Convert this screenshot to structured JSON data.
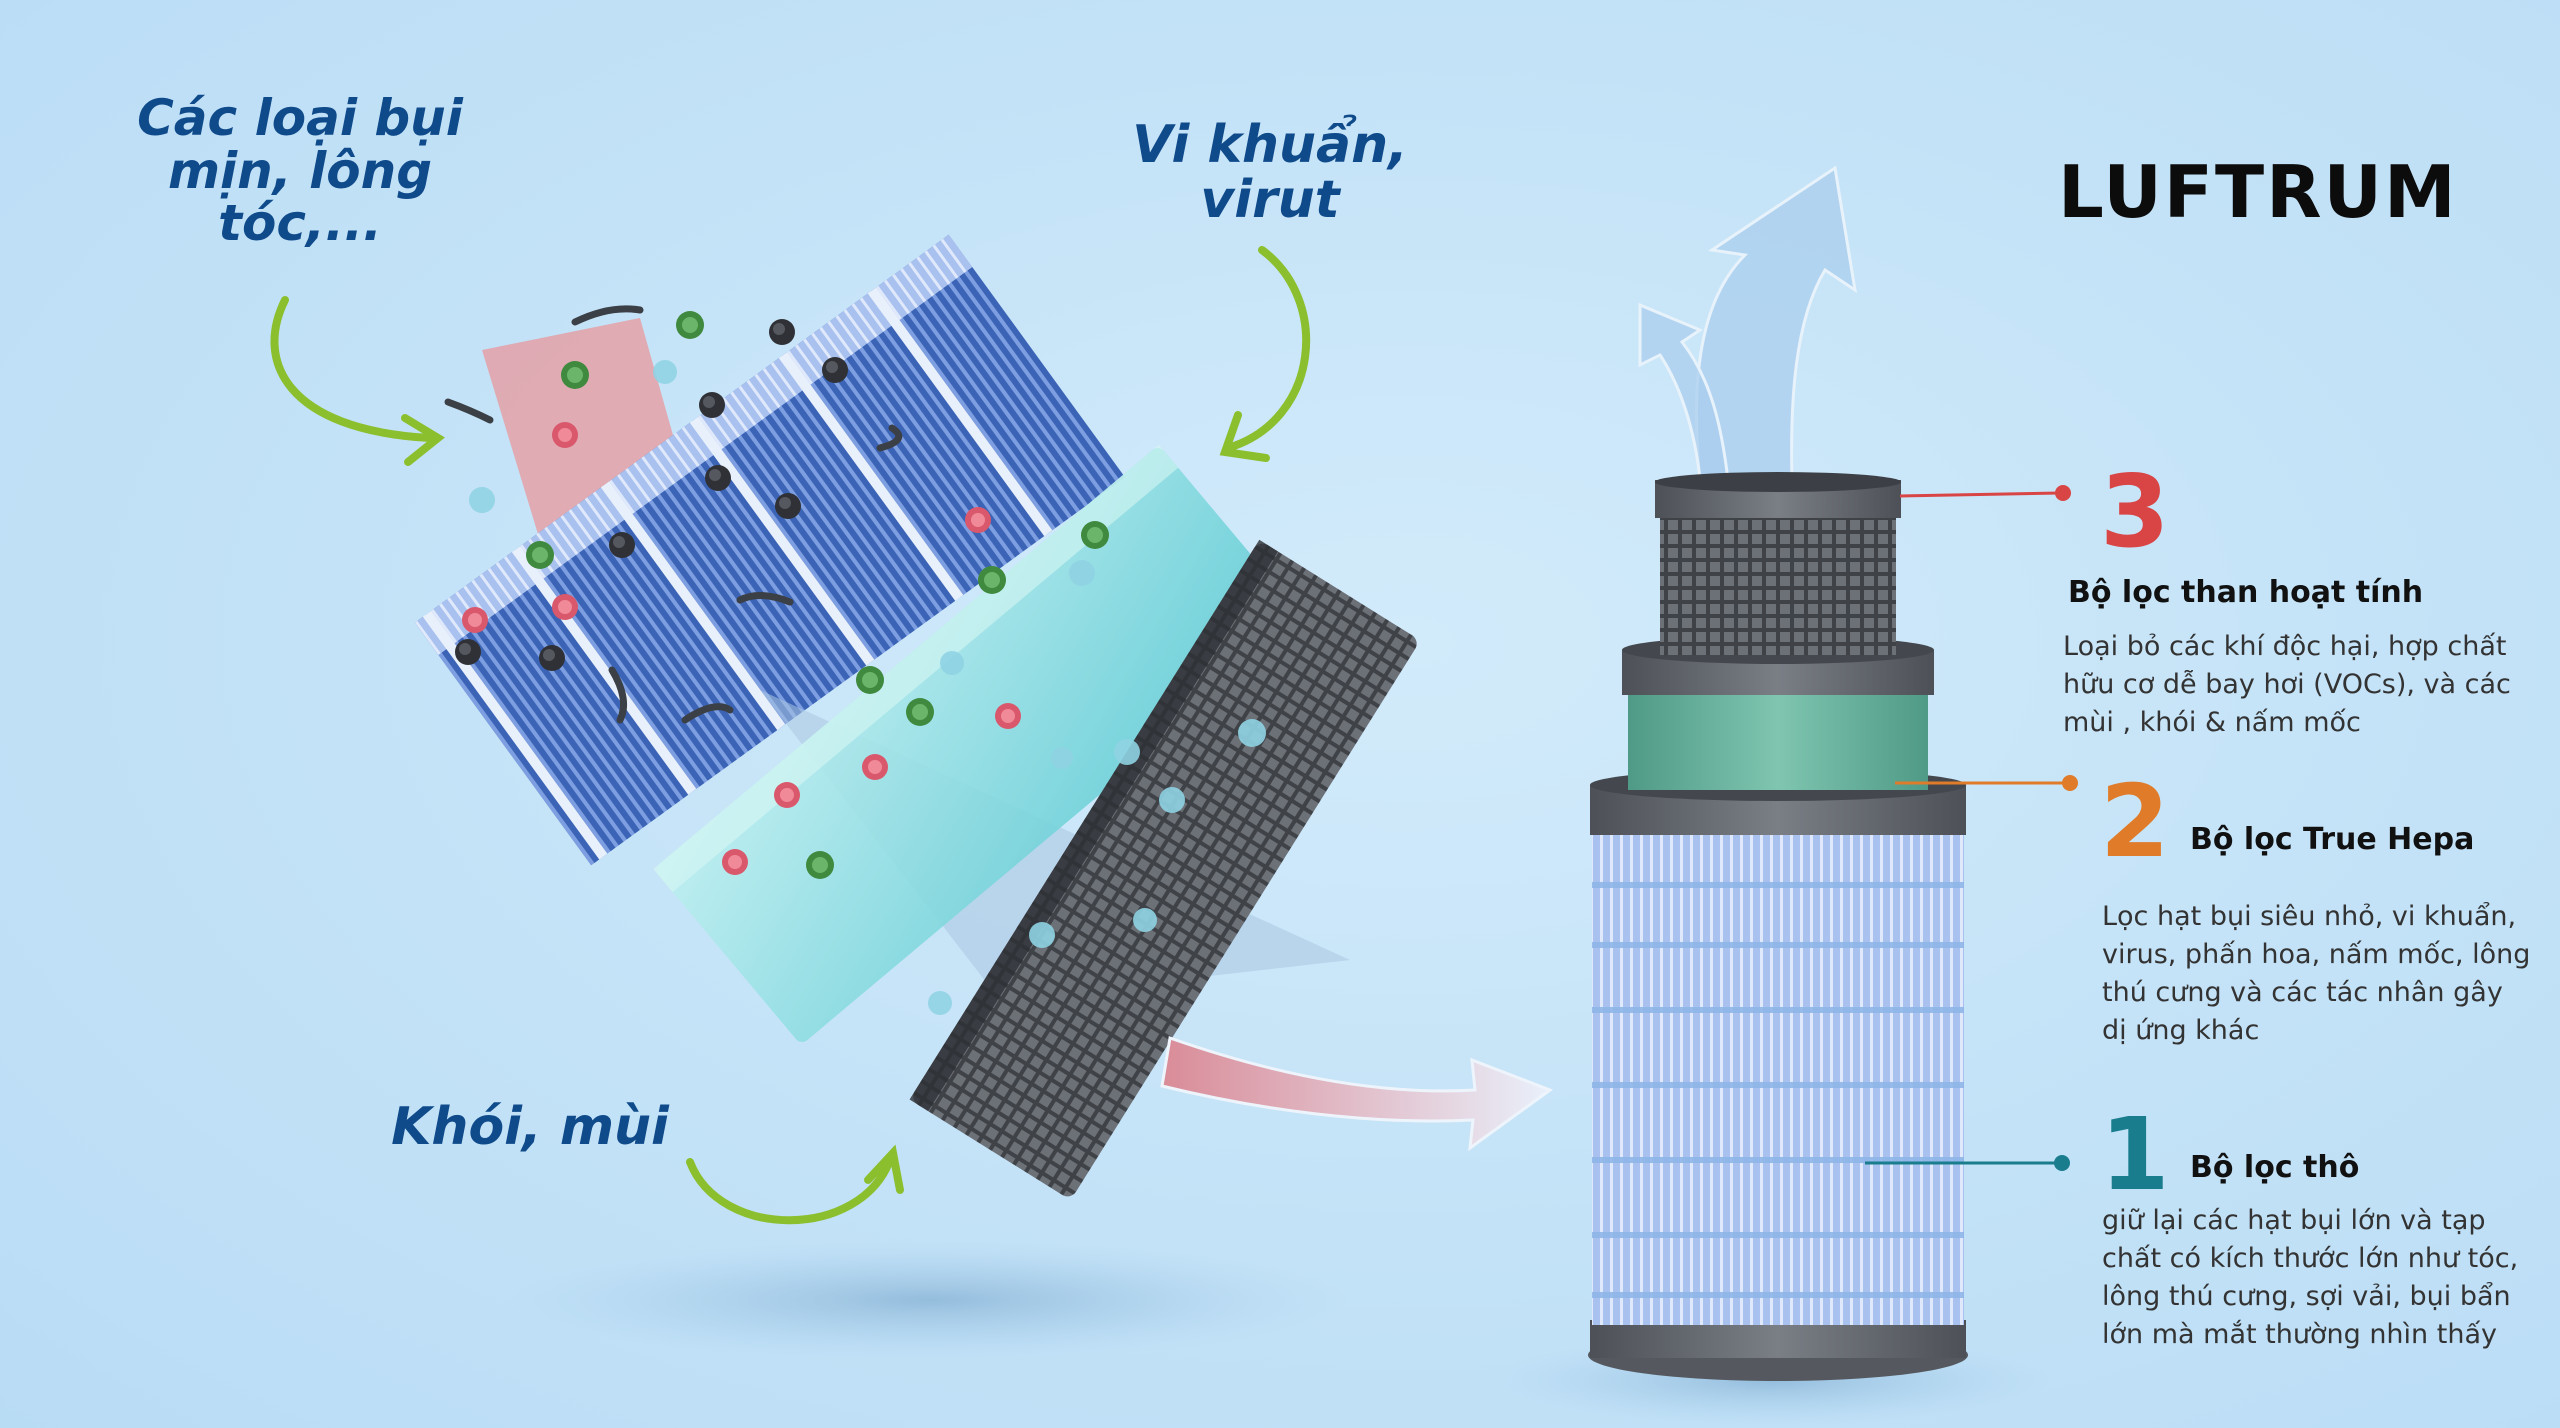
{
  "callouts": {
    "fine_dust": [
      "Các loại bụi",
      "mịn, lông",
      "tóc,..."
    ],
    "bacteria": [
      "Vi khuẩn,",
      "virut"
    ],
    "smoke": "Khói, mùi"
  },
  "brand": "LUFTRUM",
  "stages": [
    {
      "number": "3",
      "title": "Bộ lọc than hoạt tính",
      "lines": [
        "Loại bỏ các khí độc hại, hợp chất",
        "hữu cơ dễ bay hơi (VOCs), và các",
        "mùi , khói & nấm mốc"
      ]
    },
    {
      "number": "2",
      "title": "Bộ lọc True Hepa",
      "lines": [
        "Lọc hạt bụi siêu nhỏ, vi khuẩn,",
        "virus, phấn hoa, nấm mốc, lông",
        "thú cưng và các tác nhân gây",
        "dị ứng khác"
      ]
    },
    {
      "number": "1",
      "title": "Bộ lọc thô",
      "lines": [
        "giữ lại các hạt bụi lớn và tạp",
        "chất có kích thước lớn như tóc,",
        "lông thú cưng, sợi vải, bụi bẩn",
        "lớn mà mắt thường nhìn thấy"
      ]
    }
  ],
  "colors": {
    "stage3": "#d94444",
    "stage2": "#e07b2a",
    "stage1": "#1a7d8e",
    "callout_text": "#0f4a8a",
    "arrow_green": "#8cbf2e"
  }
}
